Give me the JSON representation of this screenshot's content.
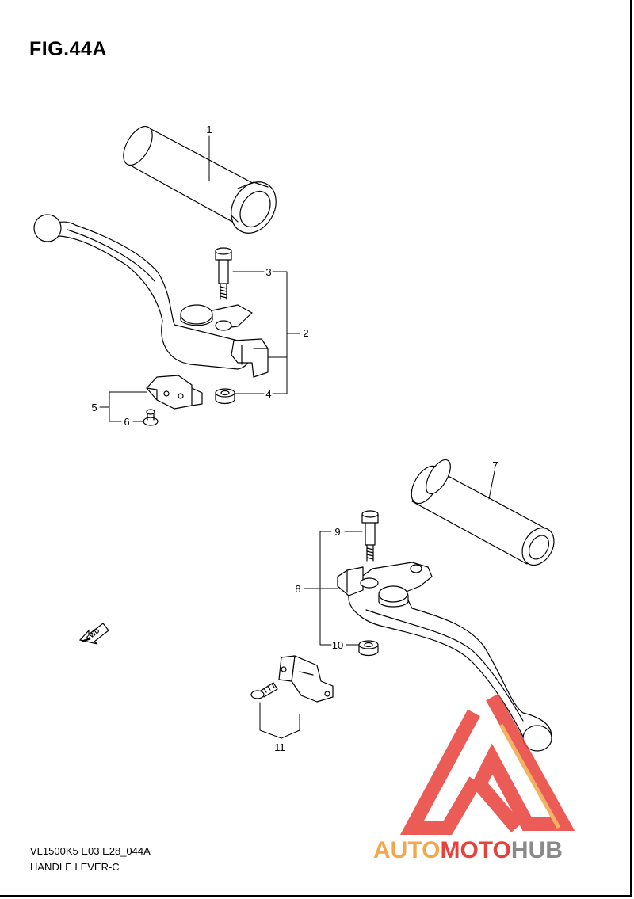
{
  "figure": {
    "title": "FIG.44A"
  },
  "footer": {
    "model_code": "VL1500K5 E03 E28_044A",
    "section_name": "HANDLE LEVER-C"
  },
  "callouts": [
    "1",
    "2",
    "3",
    "4",
    "5",
    "6",
    "7",
    "8",
    "9",
    "10",
    "11"
  ],
  "fwd_arrow": {
    "label": "FWD"
  },
  "watermark": {
    "word_a": "AUTO",
    "word_b": "MOTO",
    "word_c": "HUB"
  },
  "colors": {
    "line": "#000000",
    "watermark_red": "#e8403a",
    "watermark_orange": "#f3a64a",
    "watermark_gray": "#8a8a8a"
  }
}
